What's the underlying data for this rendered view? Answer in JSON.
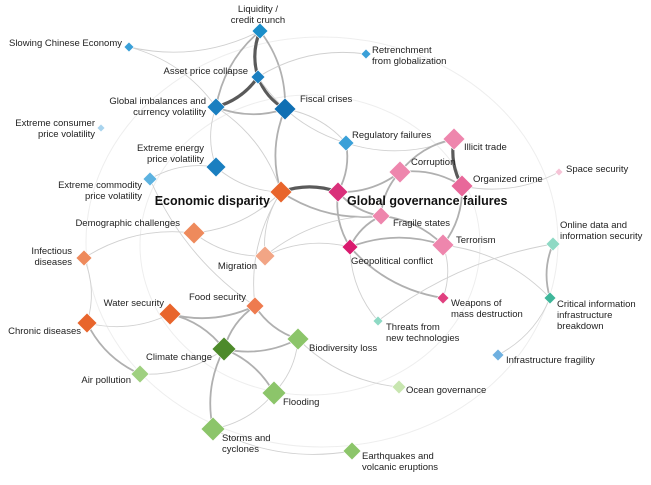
{
  "diagram": {
    "nodes": [
      {
        "id": "liquidity",
        "label_lines": [
          "Liquidity /",
          "credit crunch"
        ],
        "color": "#1a8ec9"
      },
      {
        "id": "slowing_china",
        "label_lines": [
          "Slowing Chinese Economy"
        ],
        "color": "#3aa0d8"
      },
      {
        "id": "retrenchment",
        "label_lines": [
          "Retrenchment",
          "from globalization"
        ],
        "color": "#3aa0d8"
      },
      {
        "id": "asset_price",
        "label_lines": [
          "Asset price collapse"
        ],
        "color": "#1a7fc0"
      },
      {
        "id": "global_imbalances",
        "label_lines": [
          "Global imbalances and",
          "currency volatility"
        ],
        "color": "#1a7fc0"
      },
      {
        "id": "fiscal",
        "label_lines": [
          "Fiscal crises"
        ],
        "color": "#0f6fb3"
      },
      {
        "id": "extreme_consumer",
        "label_lines": [
          "Extreme consumer",
          "price volatility"
        ],
        "color": "#a9d4ee"
      },
      {
        "id": "extreme_energy",
        "label_lines": [
          "Extreme energy",
          "price volatility"
        ],
        "color": "#1a7fc0"
      },
      {
        "id": "regulatory",
        "label_lines": [
          "Regulatory failures"
        ],
        "color": "#3aa0d8"
      },
      {
        "id": "extreme_commodity",
        "label_lines": [
          "Extreme commodity",
          "price volatility"
        ],
        "color": "#5cb2e0"
      },
      {
        "id": "economic_disparity",
        "label_lines": [
          "Economic disparity"
        ],
        "color": "#e8652c",
        "major": true
      },
      {
        "id": "global_governance",
        "label_lines": [
          "Global governance failures"
        ],
        "color": "#d9307a",
        "major": true
      },
      {
        "id": "illicit_trade",
        "label_lines": [
          "Illicit trade"
        ],
        "color": "#ee86ad"
      },
      {
        "id": "corruption",
        "label_lines": [
          "Corruption"
        ],
        "color": "#ee86ad"
      },
      {
        "id": "organized_crime",
        "label_lines": [
          "Organized crime"
        ],
        "color": "#e8689a"
      },
      {
        "id": "space_security",
        "label_lines": [
          "Space security"
        ],
        "color": "#f6c4d7"
      },
      {
        "id": "fragile_states",
        "label_lines": [
          "Fragile states"
        ],
        "color": "#ee86ad"
      },
      {
        "id": "demographic",
        "label_lines": [
          "Demographic challenges"
        ],
        "color": "#ee8a5c"
      },
      {
        "id": "terrorism",
        "label_lines": [
          "Terrorism"
        ],
        "color": "#ee86ad"
      },
      {
        "id": "online_data",
        "label_lines": [
          "Online data and",
          "information security"
        ],
        "color": "#8ed9c4"
      },
      {
        "id": "infectious",
        "label_lines": [
          "Infectious",
          "diseases"
        ],
        "color": "#ee8a5c"
      },
      {
        "id": "migration",
        "label_lines": [
          "Migration"
        ],
        "color": "#f2a585"
      },
      {
        "id": "geopolitical",
        "label_lines": [
          "Geopolitical conflict"
        ],
        "color": "#d91a6e"
      },
      {
        "id": "water_security",
        "label_lines": [
          "Water security"
        ],
        "color": "#e8652c"
      },
      {
        "id": "food_security",
        "label_lines": [
          "Food security"
        ],
        "color": "#ee7b4f"
      },
      {
        "id": "weapons",
        "label_lines": [
          "Weapons of",
          "mass destruction"
        ],
        "color": "#e0407f"
      },
      {
        "id": "critical_info",
        "label_lines": [
          "Critical information",
          "infrastructure",
          "breakdown"
        ],
        "color": "#3fb69a"
      },
      {
        "id": "chronic",
        "label_lines": [
          "Chronic diseases"
        ],
        "color": "#e8652c"
      },
      {
        "id": "threats_tech",
        "label_lines": [
          "Threats from",
          "new technologies"
        ],
        "color": "#8ed9c4"
      },
      {
        "id": "climate",
        "label_lines": [
          "Climate change"
        ],
        "color": "#4d8a2a"
      },
      {
        "id": "biodiversity",
        "label_lines": [
          "Biodiversity loss"
        ],
        "color": "#8cc56a"
      },
      {
        "id": "infrastructure",
        "label_lines": [
          "Infrastructure fragility"
        ],
        "color": "#6fb0e0"
      },
      {
        "id": "air_pollution",
        "label_lines": [
          "Air pollution"
        ],
        "color": "#9fd080"
      },
      {
        "id": "ocean",
        "label_lines": [
          "Ocean governance"
        ],
        "color": "#c8e6b0"
      },
      {
        "id": "flooding",
        "label_lines": [
          "Flooding"
        ],
        "color": "#8cc56a"
      },
      {
        "id": "storms",
        "label_lines": [
          "Storms and",
          "cyclones"
        ],
        "color": "#8cc56a"
      },
      {
        "id": "earthquakes",
        "label_lines": [
          "Earthquakes and",
          "volcanic eruptions"
        ],
        "color": "#8cc56a"
      }
    ],
    "edges": [
      [
        "liquidity",
        "asset_price",
        3
      ],
      [
        "liquidity",
        "fiscal",
        2
      ],
      [
        "liquidity",
        "global_imbalances",
        2
      ],
      [
        "liquidity",
        "slowing_china",
        1
      ],
      [
        "asset_price",
        "fiscal",
        3
      ],
      [
        "asset_price",
        "global_imbalances",
        3
      ],
      [
        "global_imbalances",
        "fiscal",
        2
      ],
      [
        "asset_price",
        "retrenchment",
        1
      ],
      [
        "fiscal",
        "economic_disparity",
        2
      ],
      [
        "global_imbalances",
        "economic_disparity",
        1
      ],
      [
        "extreme_energy",
        "economic_disparity",
        1
      ],
      [
        "extreme_energy",
        "global_imbalances",
        1
      ],
      [
        "extreme_energy",
        "extreme_commodity",
        1
      ],
      [
        "fiscal",
        "regulatory",
        1
      ],
      [
        "asset_price",
        "regulatory",
        1
      ],
      [
        "regulatory",
        "global_governance",
        2
      ],
      [
        "regulatory",
        "illicit_trade",
        1
      ],
      [
        "economic_disparity",
        "global_governance",
        3
      ],
      [
        "global_governance",
        "corruption",
        2
      ],
      [
        "corruption",
        "illicit_trade",
        2
      ],
      [
        "illicit_trade",
        "organized_crime",
        3
      ],
      [
        "corruption",
        "organized_crime",
        2
      ],
      [
        "global_governance",
        "fragile_states",
        2
      ],
      [
        "fragile_states",
        "terrorism",
        2
      ],
      [
        "fragile_states",
        "geopolitical",
        2
      ],
      [
        "geopolitical",
        "terrorism",
        2
      ],
      [
        "global_governance",
        "geopolitical",
        2
      ],
      [
        "organized_crime",
        "terrorism",
        2
      ],
      [
        "corruption",
        "fragile_states",
        2
      ],
      [
        "terrorism",
        "weapons",
        1
      ],
      [
        "geopolitical",
        "weapons",
        2
      ],
      [
        "terrorism",
        "critical_info",
        1
      ],
      [
        "online_data",
        "critical_info",
        2
      ],
      [
        "critical_info",
        "infrastructure",
        1
      ],
      [
        "economic_disparity",
        "migration",
        1
      ],
      [
        "economic_disparity",
        "demographic",
        1
      ],
      [
        "demographic",
        "migration",
        1
      ],
      [
        "migration",
        "geopolitical",
        1
      ],
      [
        "economic_disparity",
        "food_security",
        1
      ],
      [
        "food_security",
        "water_security",
        2
      ],
      [
        "food_security",
        "climate",
        2
      ],
      [
        "water_security",
        "climate",
        2
      ],
      [
        "climate",
        "biodiversity",
        2
      ],
      [
        "climate",
        "flooding",
        2
      ],
      [
        "climate",
        "storms",
        2
      ],
      [
        "climate",
        "air_pollution",
        1
      ],
      [
        "food_security",
        "biodiversity",
        2
      ],
      [
        "water_security",
        "chronic",
        1
      ],
      [
        "chronic",
        "air_pollution",
        2
      ],
      [
        "infectious",
        "chronic",
        1
      ],
      [
        "biodiversity",
        "ocean",
        1
      ],
      [
        "threats_tech",
        "online_data",
        1
      ],
      [
        "geopolitical",
        "threats_tech",
        1
      ],
      [
        "space_security",
        "organized_crime",
        1
      ],
      [
        "extreme_commodity",
        "food_security",
        1
      ],
      [
        "slowing_china",
        "global_imbalances",
        1
      ],
      [
        "economic_disparity",
        "fragile_states",
        2
      ],
      [
        "migration",
        "fragile_states",
        1
      ],
      [
        "storms",
        "earthquakes",
        1
      ],
      [
        "flooding",
        "storms",
        1
      ],
      [
        "demographic",
        "infectious",
        1
      ],
      [
        "biodiversity",
        "flooding",
        1
      ]
    ]
  }
}
